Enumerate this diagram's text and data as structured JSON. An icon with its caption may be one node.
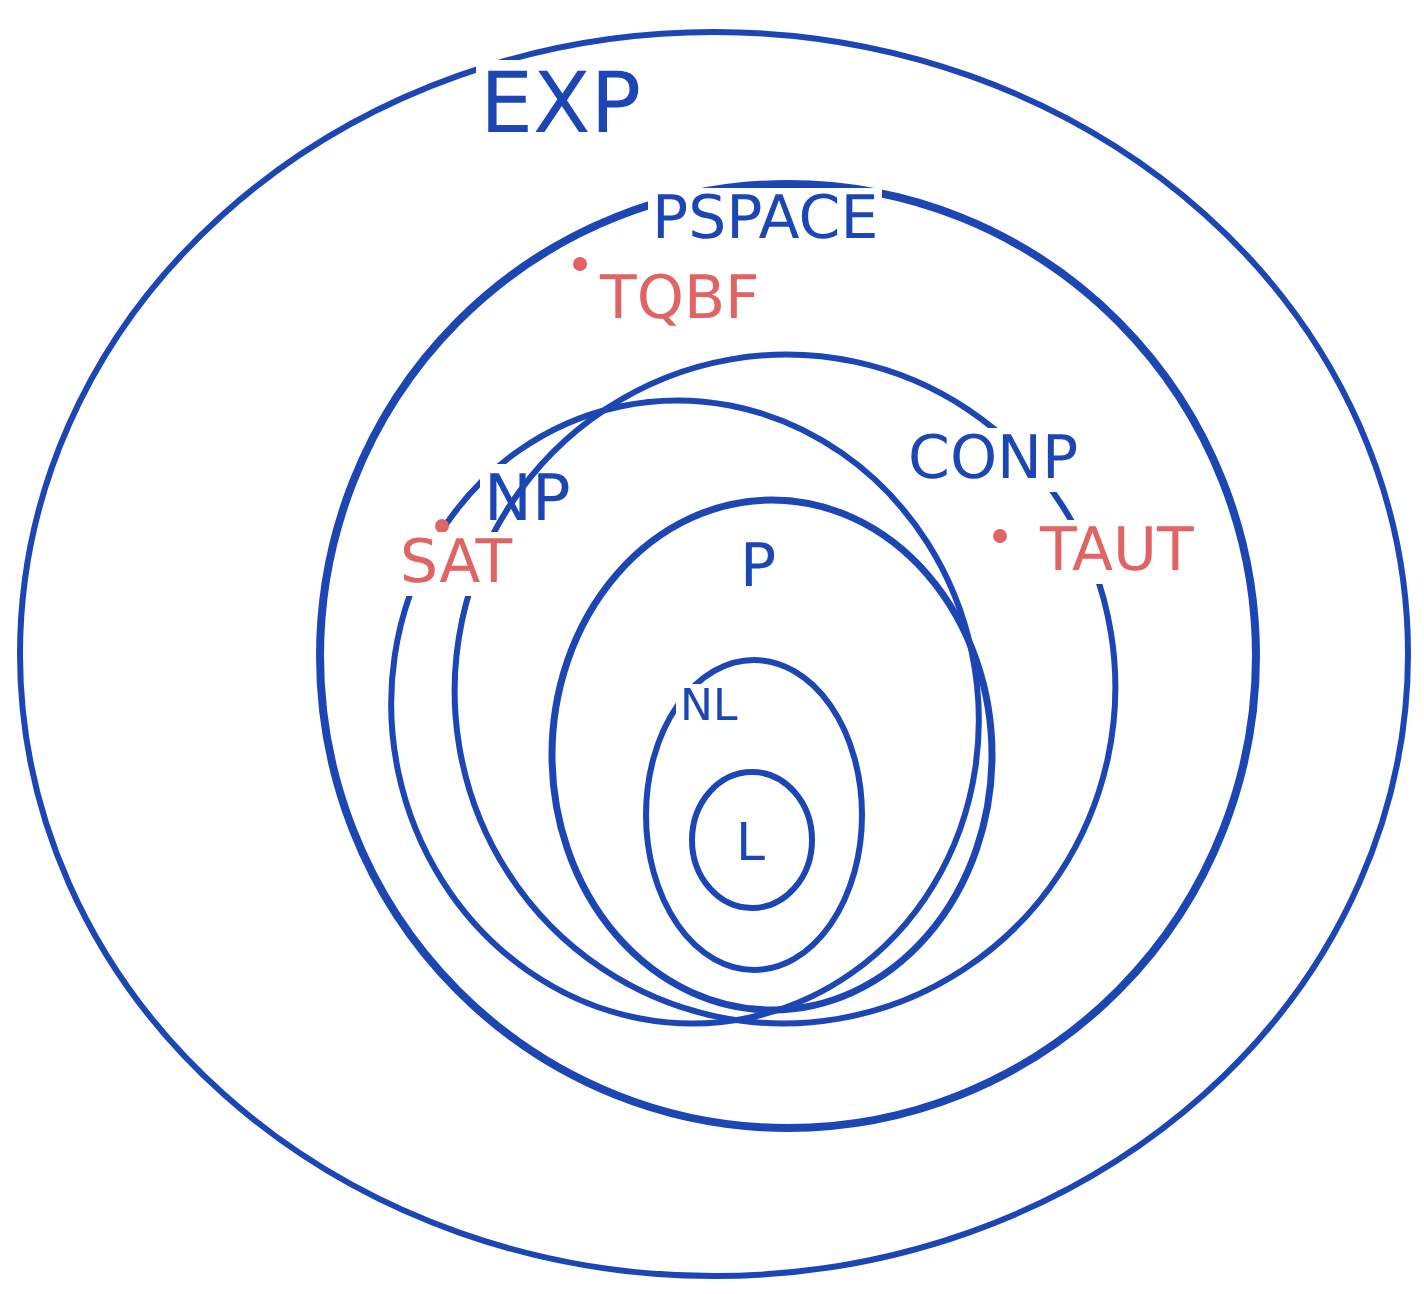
{
  "diagram": {
    "nodes": [
      {
        "text": [
          "EXP"
        ]
      },
      {
        "text": [
          "PSPACE"
        ],
        "in": 0
      },
      {
        "text": [
          "NP"
        ],
        "in": 1
      },
      {
        "text": [
          "CONP"
        ],
        "in": 1
      },
      {
        "text": [
          "P"
        ],
        "in": 2
      },
      {
        "text": [
          "NL"
        ],
        "in": 4
      },
      {
        "text": [
          "L"
        ],
        "in": 5
      }
    ],
    "labels": [
      "TQBF",
      "SAT",
      "TAUT"
    ]
  }
}
